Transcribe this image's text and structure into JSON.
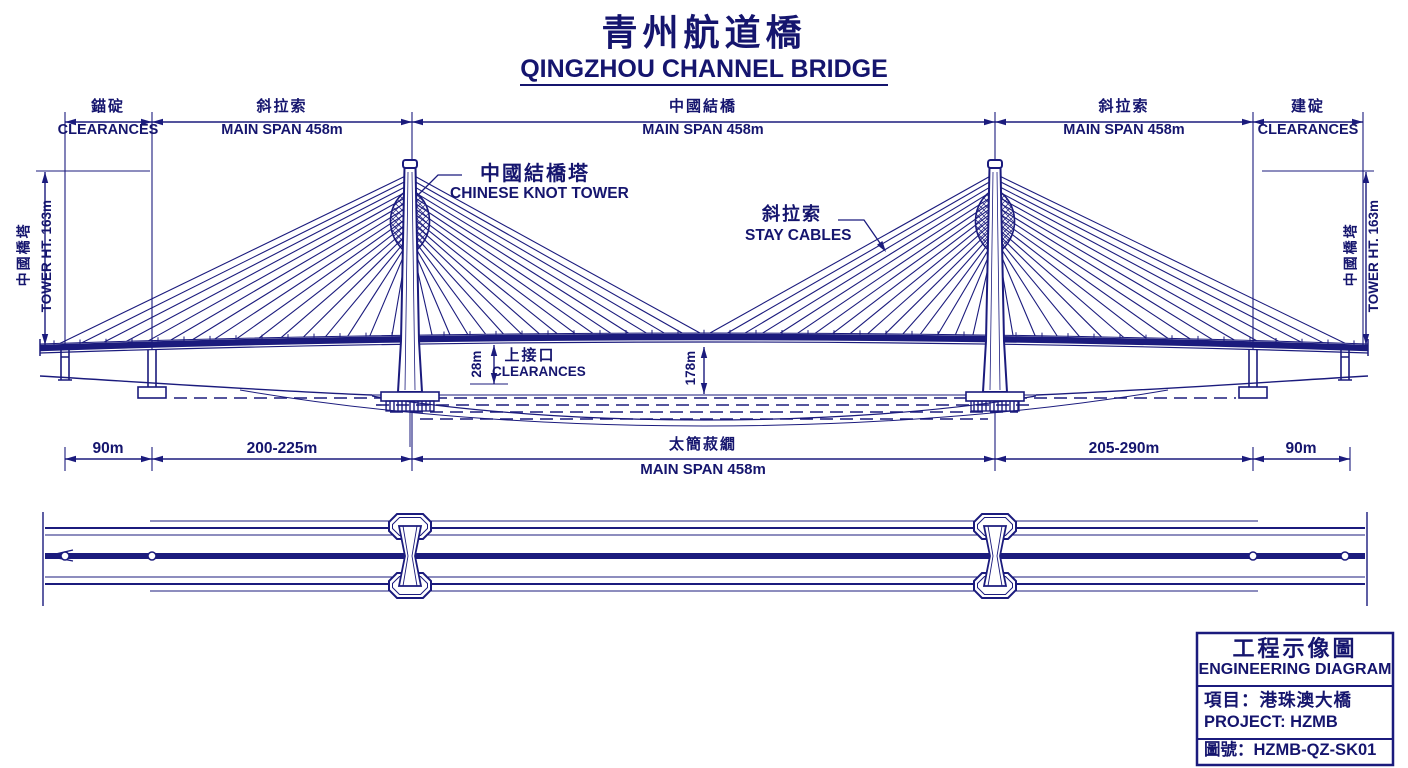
{
  "colors": {
    "ink": "#1b1b7d",
    "text": "#15156e",
    "paper": "#ffffff"
  },
  "title": {
    "zh": "青州航道橋",
    "en": "QINGZHOU CHANNEL BRIDGE"
  },
  "top_dims": {
    "left_clearance": {
      "zh": "錨碇",
      "en": "CLEARANCES"
    },
    "left_span": {
      "zh": "斜拉索",
      "en": "MAIN SPAN 458m"
    },
    "mid_span": {
      "zh": "中國結橋",
      "en": "MAIN SPAN 458m"
    },
    "right_span": {
      "zh": "斜拉索",
      "en": "MAIN SPAN 458m"
    },
    "right_clearance": {
      "zh": "建碇",
      "en": "CLEARANCES"
    }
  },
  "callouts": {
    "knot_tower": {
      "zh": "中國結橋塔",
      "en": "CHINESE KNOT TOWER"
    },
    "stay_cables": {
      "zh": "斜拉索",
      "en": "STAY CABLES"
    },
    "deck_clearance": {
      "zh": "上接口",
      "en": "CLEARANCES",
      "value": "28m"
    },
    "nav_clearance": {
      "value": "178m"
    },
    "tower_left": {
      "zh": "中國橋塔",
      "en": "TOWER HT. 163m"
    },
    "tower_right": {
      "zh": "中國橋塔",
      "en": "TOWER HT. 163m"
    }
  },
  "bottom_dims": {
    "left_end": "90m",
    "left_side": "200-225m",
    "mid": {
      "zh": "太簡菽繝",
      "en": "MAIN SPAN 458m"
    },
    "right_side": "205-290m",
    "right_end": "90m"
  },
  "title_block": {
    "name_zh": "工程示像圖",
    "name_en": "ENGINEERING  DIAGRAM",
    "project_zh": "項目：港珠澳大橋",
    "project_en": "PROJECT: HZMB",
    "drawing_no": "圖號：HZMB-QZ-SK01"
  }
}
